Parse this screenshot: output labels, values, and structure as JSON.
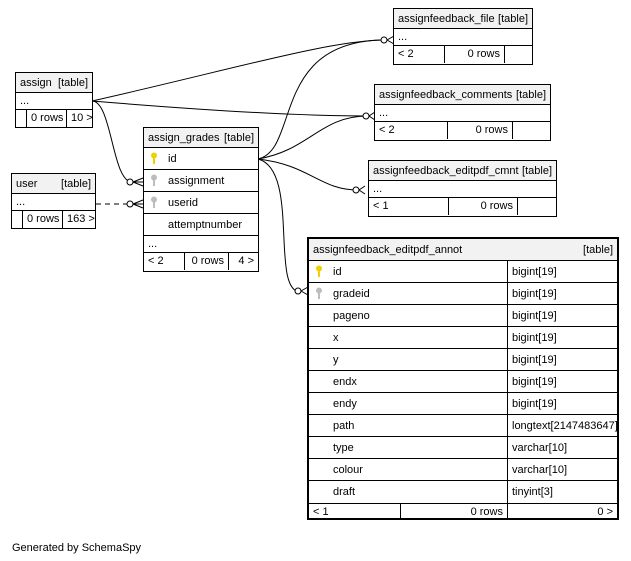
{
  "footer": "Generated by SchemaSpy",
  "colors": {
    "header_bg": "#f2f2f2",
    "primary_key": "#f0d000",
    "foreign_key": "#bdbdbd"
  },
  "tables": {
    "assign": {
      "name": "assign",
      "tag": "[table]",
      "ellipsis": "...",
      "rows": "0 rows",
      "children": "10 >"
    },
    "user": {
      "name": "user",
      "tag": "[table]",
      "ellipsis": "...",
      "rows": "0 rows",
      "children": "163 >"
    },
    "assign_grades": {
      "name": "assign_grades",
      "tag": "[table]",
      "columns": [
        "id",
        "assignment",
        "userid",
        "attemptnumber"
      ],
      "ellipsis": "...",
      "parents": "< 2",
      "rows": "0 rows",
      "children": "4 >"
    },
    "assignfeedback_file": {
      "name": "assignfeedback_file",
      "tag": "[table]",
      "ellipsis": "...",
      "parents": "< 2",
      "rows": "0 rows"
    },
    "assignfeedback_comments": {
      "name": "assignfeedback_comments",
      "tag": "[table]",
      "ellipsis": "...",
      "parents": "< 2",
      "rows": "0 rows"
    },
    "assignfeedback_editpdf_cmnt": {
      "name": "assignfeedback_editpdf_cmnt",
      "tag": "[table]",
      "ellipsis": "...",
      "parents": "< 1",
      "rows": "0 rows"
    },
    "assignfeedback_editpdf_annot": {
      "name": "assignfeedback_editpdf_annot",
      "tag": "[table]",
      "columns": [
        {
          "name": "id",
          "type": "bigint[19]"
        },
        {
          "name": "gradeid",
          "type": "bigint[19]"
        },
        {
          "name": "pageno",
          "type": "bigint[19]"
        },
        {
          "name": "x",
          "type": "bigint[19]"
        },
        {
          "name": "y",
          "type": "bigint[19]"
        },
        {
          "name": "endx",
          "type": "bigint[19]"
        },
        {
          "name": "endy",
          "type": "bigint[19]"
        },
        {
          "name": "path",
          "type": "longtext[2147483647]"
        },
        {
          "name": "type",
          "type": "varchar[10]"
        },
        {
          "name": "colour",
          "type": "varchar[10]"
        },
        {
          "name": "draft",
          "type": "tinyint[3]"
        }
      ],
      "parents": "< 1",
      "rows": "0 rows",
      "children": "0 >"
    }
  }
}
